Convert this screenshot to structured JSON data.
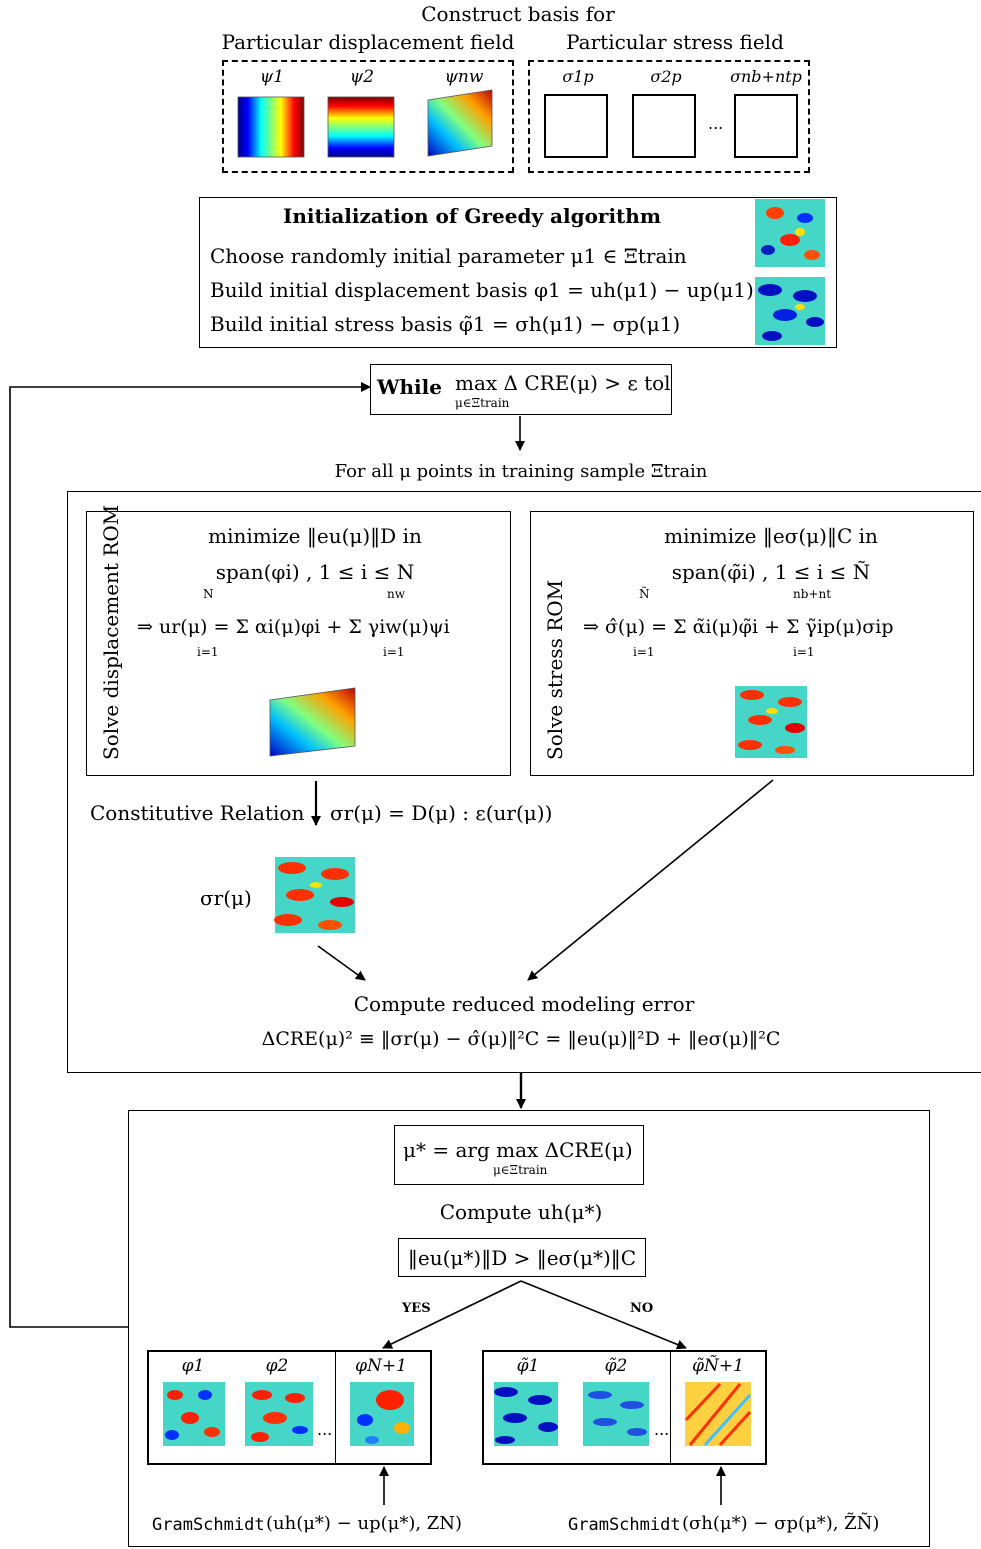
{
  "header": {
    "construct": "Construct basis for",
    "disp_field": "Particular displacement field",
    "stress_field": "Particular stress field",
    "disp_basis_labels": [
      "ψ1",
      "ψ2",
      "ψnw"
    ],
    "stress_basis_labels": [
      "σ1p",
      "σ2p",
      "σnb+ntp"
    ],
    "ellipsis": "..."
  },
  "init": {
    "title": "Initialization of Greedy algorithm",
    "line1": "Choose randomly initial parameter μ1 ∈ Ξtrain",
    "line2": "Build initial displacement basis φ1 = uh(μ1) − up(μ1)",
    "line3": "Build initial stress basis φ̃1 = σh(μ1) − σp(μ1)"
  },
  "while": {
    "keyword": "While",
    "condition": "max Δ CRE(μ) > ε tol",
    "sub": "μ∈Ξtrain"
  },
  "forall": "For all μ points in training sample Ξtrain",
  "disp_rom": {
    "side": "Solve displacement ROM",
    "l1": "minimize ‖eu(μ)‖D in",
    "l2": "span(φi) , 1 ≤ i ≤ N",
    "l3": "⇒ ur(μ) = Σ αi(μ)φi + Σ γiw(μ)ψi",
    "sum1_top": "N",
    "sum1_bot": "i=1",
    "sum2_top": "nw",
    "sum2_bot": "i=1"
  },
  "stress_rom": {
    "side": "Solve stress ROM",
    "l1": "minimize ‖eσ(μ)‖C in",
    "l2": "span(φ̃i) , 1 ≤ i ≤ Ñ",
    "l3": "⇒ σ̂(μ) = Σ α̃i(μ)φ̃i + Σ γ̃ip(μ)σip",
    "sum1_top": "Ñ",
    "sum1_bot": "i=1",
    "sum2_top": "nb+nt",
    "sum2_bot": "i=1"
  },
  "constitutive": {
    "label": "Constitutive Relation",
    "eq": "σr(μ) = D(μ) : ε(ur(μ))",
    "sigma": "σr(μ)"
  },
  "error": {
    "title": "Compute reduced modeling error",
    "eq": "ΔCRE(μ)² ≡ ‖σr(μ) − σ̂(μ)‖²C = ‖eu(μ)‖²D + ‖eσ(μ)‖²C"
  },
  "select": {
    "argmax": "μ* = arg max ΔCRE(μ)",
    "argmax_sub": "μ∈Ξtrain",
    "compute": "Compute uh(μ*)",
    "compare": "‖eu(μ*)‖D > ‖eσ(μ*)‖C",
    "yes": "YES",
    "no": "NO"
  },
  "disp_update": {
    "labels": [
      "φ1",
      "φ2",
      "φN+1"
    ],
    "gs": "GramSchmidt",
    "gs_args": "(uh(μ*) − up(μ*), ZN)"
  },
  "stress_update": {
    "labels": [
      "φ̃1",
      "φ̃2",
      "φ̃Ñ+1"
    ],
    "gs": "GramSchmidt",
    "gs_args": "(σh(μ*) − σp(μ*), Z̃Ñ)"
  },
  "colors": {
    "jet_blue": "#00008f",
    "jet_cyan": "#00ffff",
    "jet_yellow": "#ffff00",
    "jet_red": "#800000",
    "field_bg": "#45d6c8"
  }
}
